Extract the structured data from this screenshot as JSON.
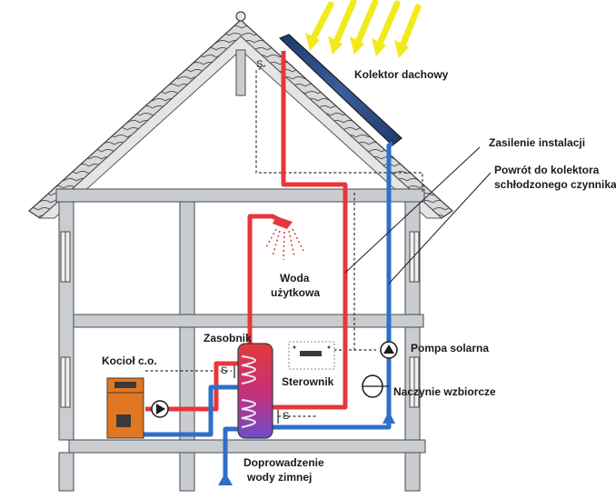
{
  "labels": {
    "roof_collector": "Kolektor dachowy",
    "supply": "Zasilenie instalacji",
    "return_line1": "Powrót do kolektora",
    "return_line2": "schłodzonego czynnika",
    "hot_water_line1": "Woda",
    "hot_water_line2": "użytkowa",
    "tank": "Zasobnik",
    "boiler": "Kocioł c.o.",
    "solar_pump": "Pompa solarna",
    "controller": "Sterownik",
    "expansion_vessel": "Naczynie wzbiorcze",
    "cold_water_line1": "Doprowadzenie",
    "cold_water_line2": "wody zimnej",
    "sensor_symbol": "S"
  },
  "colors": {
    "hot_pipe": "#e8373a",
    "cold_pipe": "#2e6fc9",
    "structure": "#c9ccd0",
    "structure_edge": "#4a4a4a",
    "sun_rays": "#f2ea1a",
    "collector": "#2a4a80",
    "boiler": "#e27722",
    "tank_hot": "#d4306e",
    "tank_cold": "#7a4fc0"
  }
}
